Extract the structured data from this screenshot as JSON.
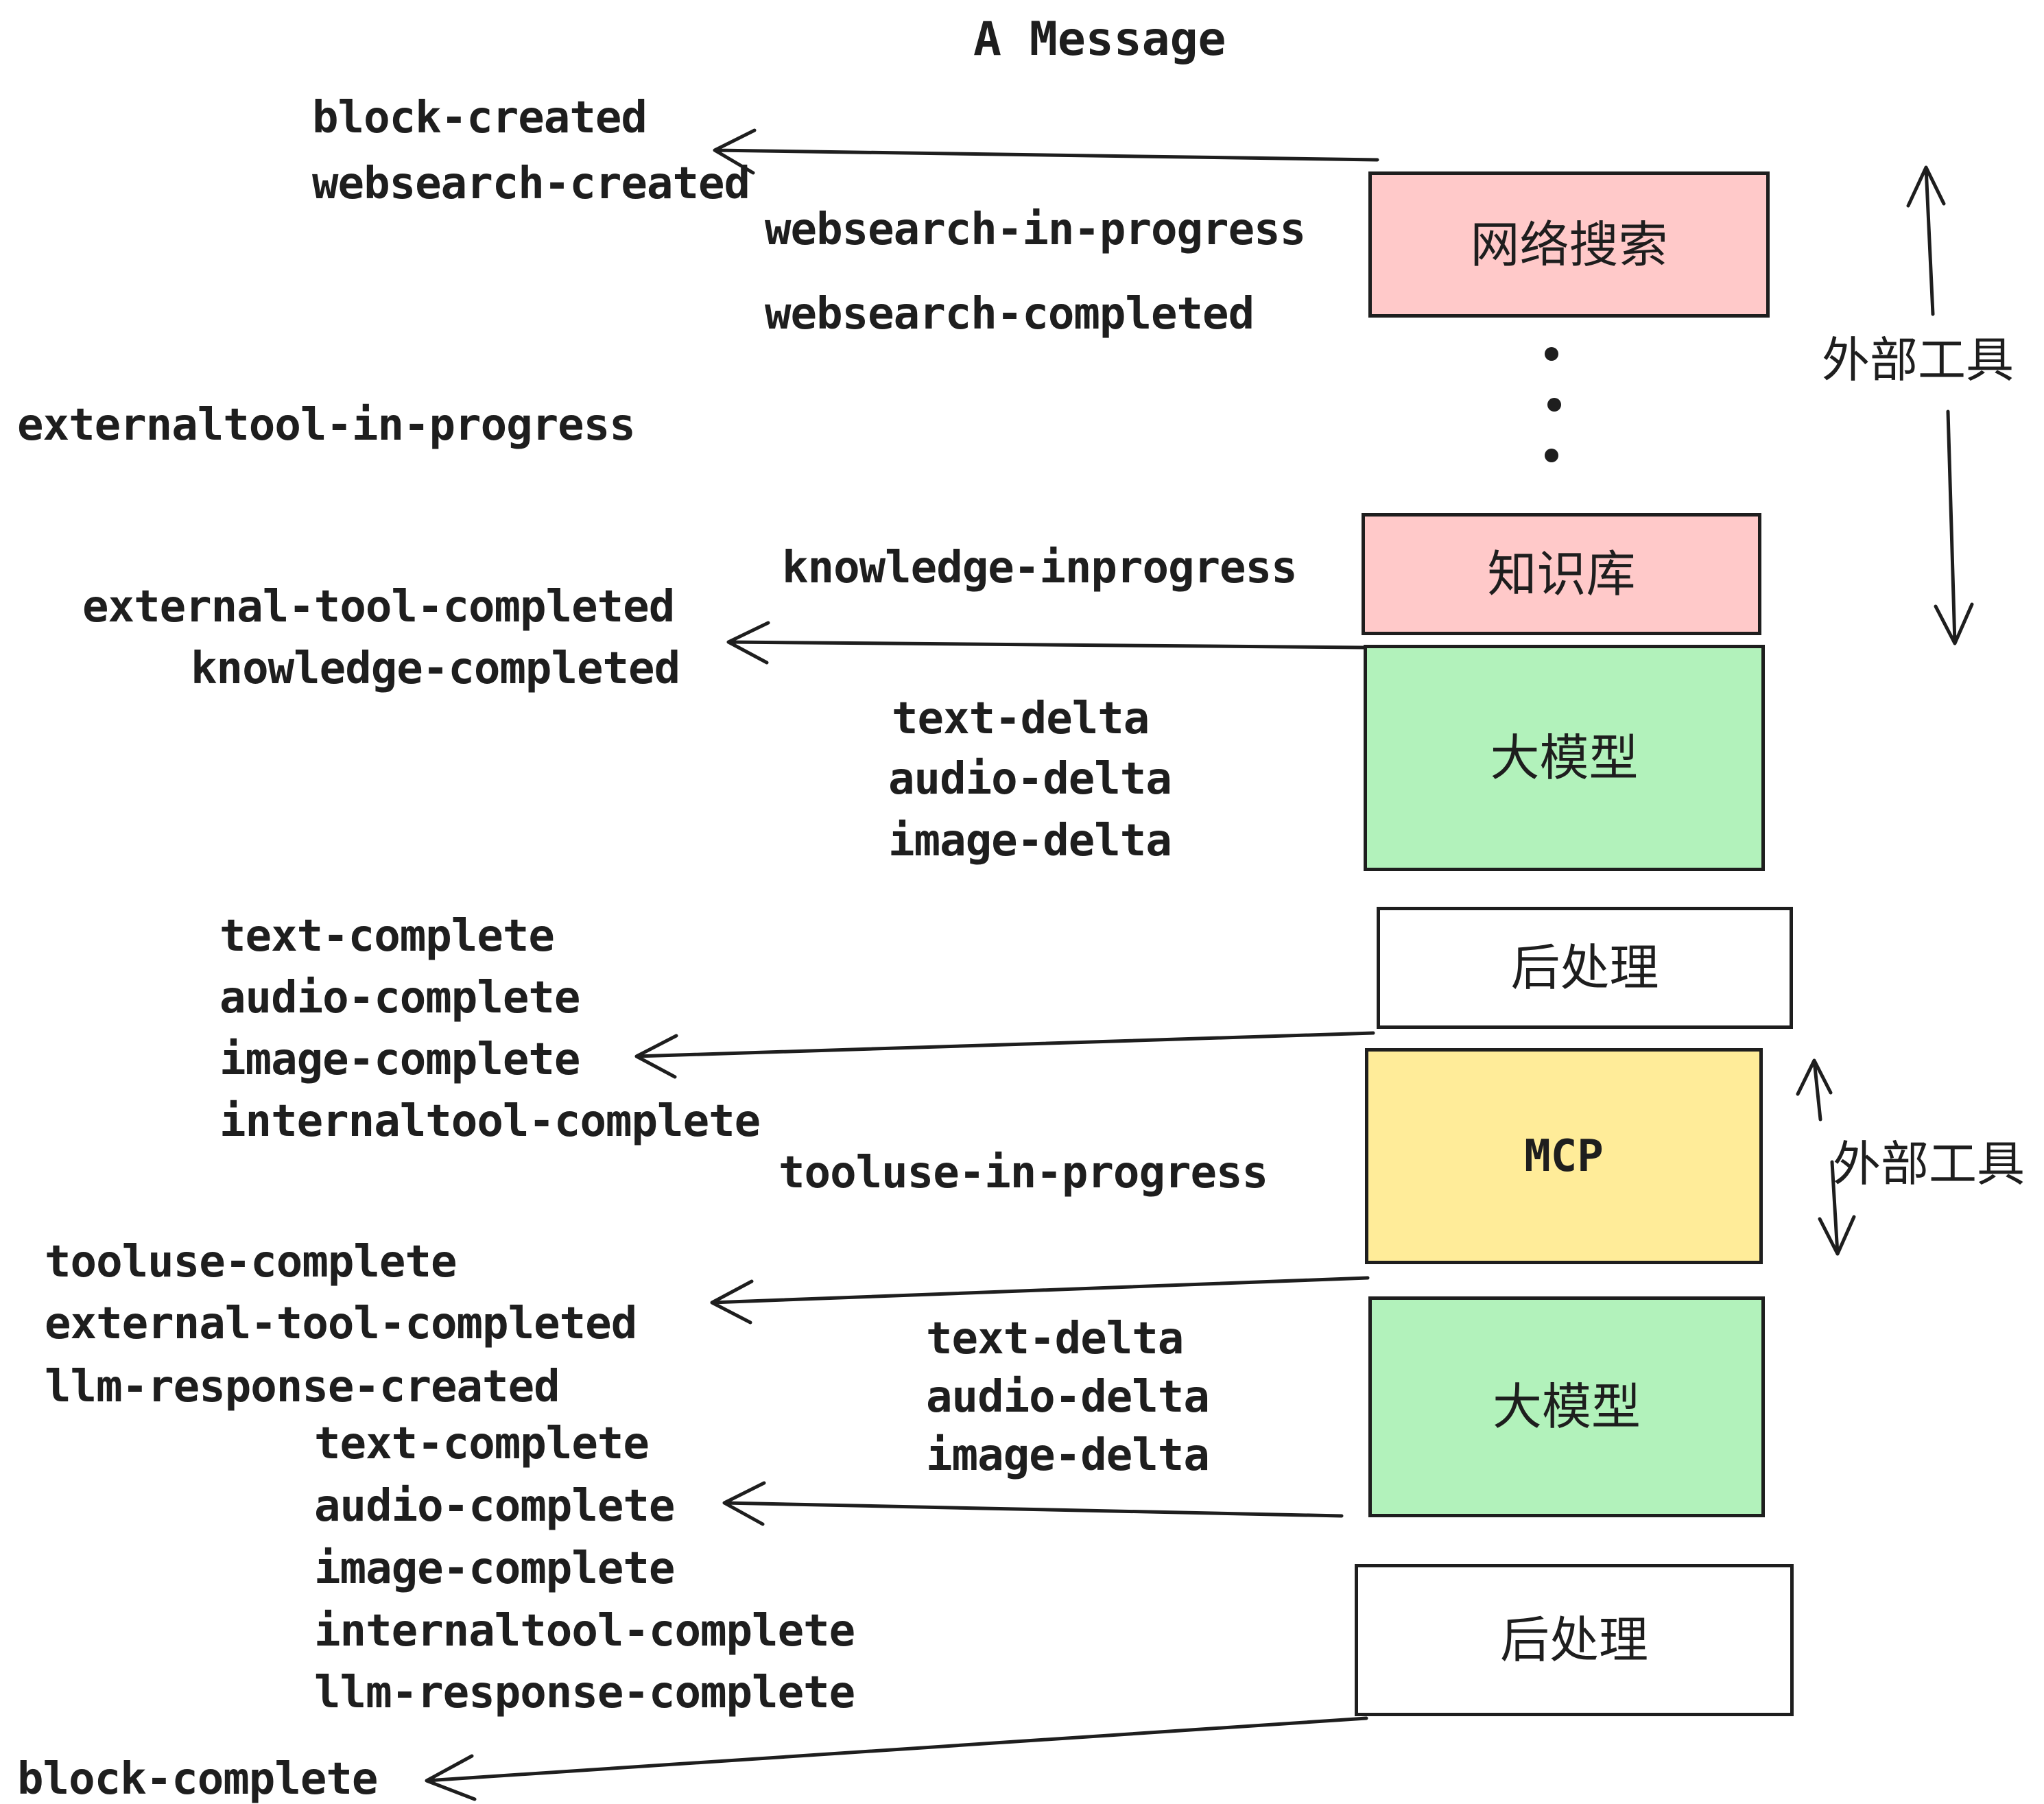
{
  "title": "A Message",
  "events": {
    "block_created": "block-created",
    "websearch_created": "websearch-created",
    "websearch_in_progress": "websearch-in-progress",
    "websearch_completed": "websearch-completed",
    "externaltool_in_progress": "externaltool-in-progress",
    "knowledge_inprogress": "knowledge-inprogress",
    "external_tool_completed_top": "external-tool-completed",
    "knowledge_completed": "knowledge-completed",
    "text_delta_top": "text-delta",
    "audio_delta_top": "audio-delta",
    "image_delta_top": "image-delta",
    "text_complete_top": "text-complete",
    "audio_complete_top": "audio-complete",
    "image_complete_top": "image-complete",
    "internaltool_complete_top": "internaltool-complete",
    "tooluse_in_progress": "tooluse-in-progress",
    "tooluse_complete": "tooluse-complete",
    "external_tool_completed_bottom": "external-tool-completed",
    "llm_response_created": "llm-response-created",
    "text_delta_bottom": "text-delta",
    "audio_delta_bottom": "audio-delta",
    "image_delta_bottom": "image-delta",
    "text_complete_bottom": "text-complete",
    "audio_complete_bottom": "audio-complete",
    "image_complete_bottom": "image-complete",
    "internaltool_complete_bottom": "internaltool-complete",
    "llm_response_complete": "llm-response-complete",
    "block_complete": "block-complete"
  },
  "boxes": [
    {
      "id": "websearch",
      "label": "网络搜索",
      "color": "#ffc9c9"
    },
    {
      "id": "knowledge",
      "label": "知识库",
      "color": "#ffc9c9"
    },
    {
      "id": "llm-top",
      "label": "大模型",
      "color": "#b2f2bb"
    },
    {
      "id": "post-top",
      "label": "后处理",
      "color": "#ffffff"
    },
    {
      "id": "mcp",
      "label": "MCP",
      "color": "#ffec99"
    },
    {
      "id": "llm-bottom",
      "label": "大模型",
      "color": "#b2f2bb"
    },
    {
      "id": "post-bottom",
      "label": "后处理",
      "color": "#ffffff"
    }
  ],
  "annotations": {
    "external_tools_top": "外部工具",
    "external_tools_mcp": "外部工具"
  },
  "palette": {
    "pink": "#ffc9c9",
    "green": "#b2f2bb",
    "yellow": "#ffec99",
    "white": "#ffffff",
    "ink": "#1e1e1e"
  }
}
